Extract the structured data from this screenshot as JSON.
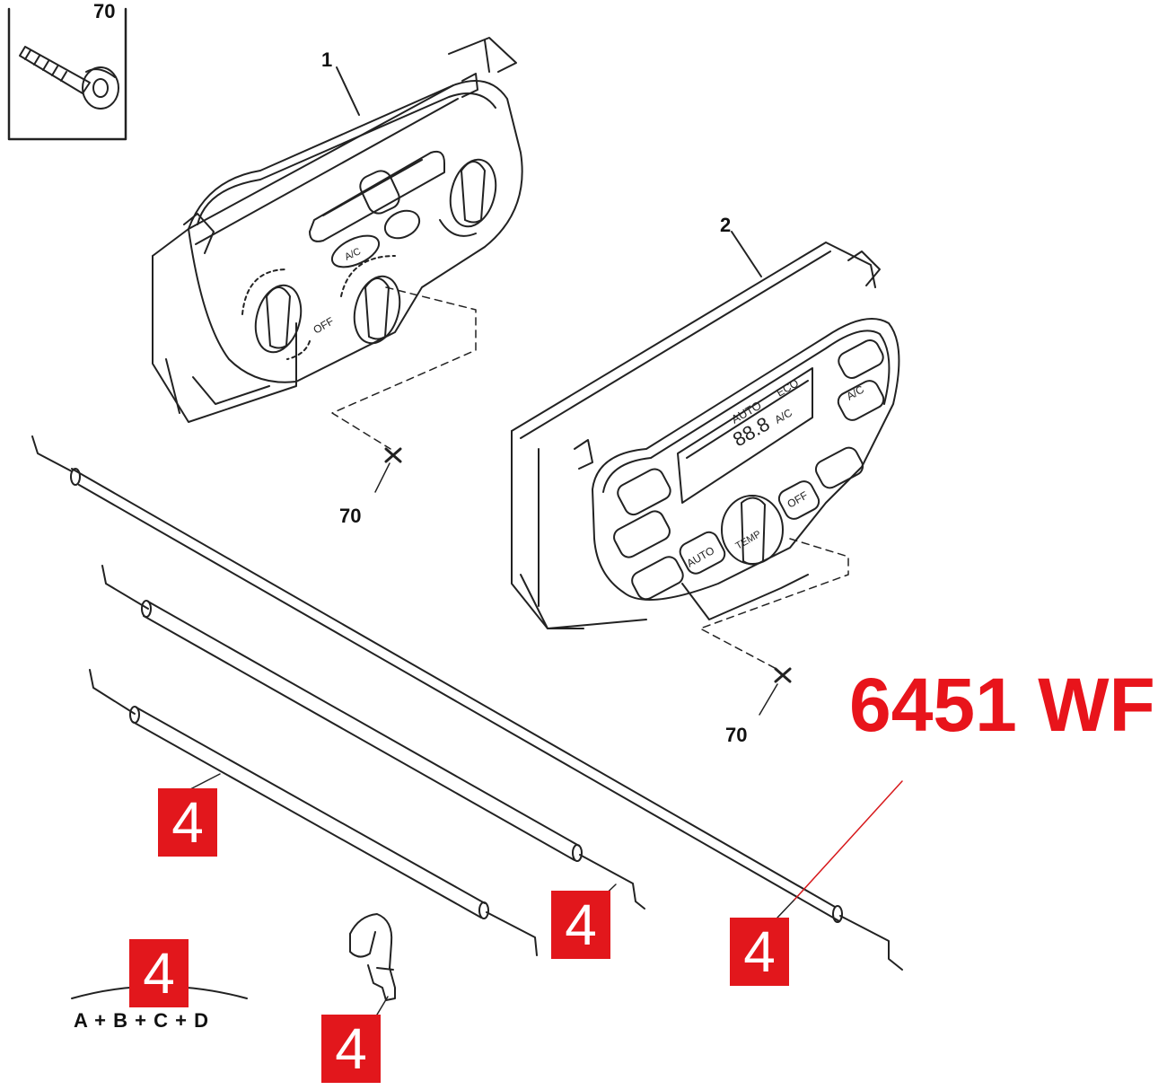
{
  "callouts": {
    "panel_manual": "1",
    "panel_auto": "2",
    "screw": "70",
    "fastener_manual": "70",
    "fastener_auto": "70"
  },
  "tags": {
    "cable_c": "4",
    "cable_b": "4",
    "cable_a": "4",
    "kit": "4",
    "clip": "4"
  },
  "reference_code": "6451 WF",
  "kit_formula": "A + B + C + D",
  "auto_panel_display": {
    "auto": "AUTO",
    "eco": "ECO",
    "temp": "88.8",
    "ac": "A/C"
  },
  "auto_panel_buttons": {
    "auto": "AUTO",
    "temp": "TEMP",
    "off": "OFF",
    "ac": "A/C"
  },
  "manual_panel": {
    "ac": "A/C",
    "off": "OFF"
  },
  "colors": {
    "tag_red": "#e2171c",
    "reference_red": "#e8141b",
    "line": "#222222"
  }
}
